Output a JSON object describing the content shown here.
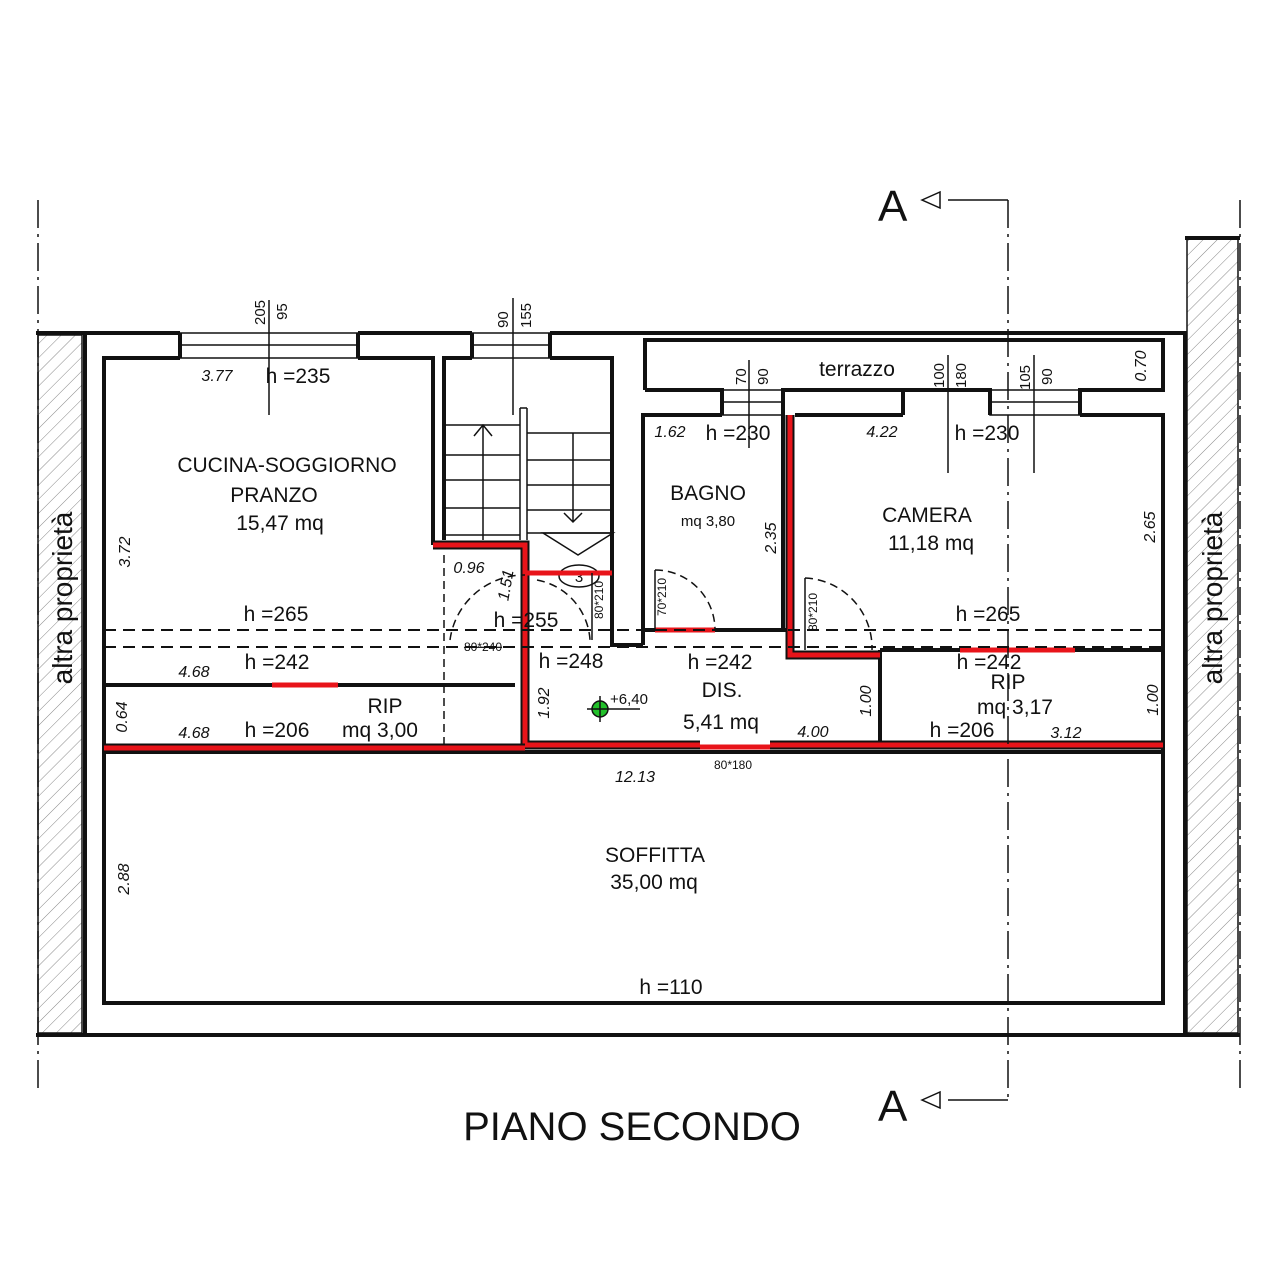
{
  "title": "PIANO SECONDO",
  "section_marker": "A",
  "neighbour_label": "altra proprietà",
  "wall_color_new": "#e8141a",
  "level_marker_color": "#22c02a",
  "rooms": {
    "cucina": {
      "name1": "CUCINA-SOGGIORNO",
      "name2": "PRANZO",
      "area": "15,47 mq"
    },
    "bagno": {
      "name": "BAGNO",
      "area": "mq 3,80"
    },
    "camera": {
      "name": "CAMERA",
      "area": "11,18 mq"
    },
    "dis": {
      "name": "DIS.",
      "area": "5,41 mq"
    },
    "rip1": {
      "name": "RIP",
      "area": "mq 3,00"
    },
    "rip2": {
      "name": "RIP",
      "area": "mq 3,17"
    },
    "soffitta": {
      "name": "SOFFITTA",
      "area": "35,00 mq"
    },
    "terrazzo": {
      "name": "terrazzo"
    }
  },
  "heights": {
    "cucina_top": "h =235",
    "cucina_mid": "h =265",
    "cucina_low": "h =242",
    "rip1": "h =206",
    "stair": "h =255",
    "dis_left": "h =248",
    "dis": "h =242",
    "bagno": "h =230",
    "camera_top": "h =230",
    "camera_mid": "h =265",
    "rip2_top": "h =242",
    "rip2": "h =206",
    "soffitta": "h =110"
  },
  "dimensions": {
    "cucina_w": "3.77",
    "cucina_h": "3.72",
    "rip1_w_top": "4.68",
    "rip1_w": "4.68",
    "rip1_h": "0.64",
    "stair_w": "0.96",
    "stair_h": "1.51",
    "dis_h": "1.92",
    "bagno_w": "1.62",
    "bagno_h": "2.35",
    "camera_w": "4.22",
    "camera_h": "2.65",
    "terrazzo_h": "0.70",
    "dis_right_h": "1.00",
    "rip2_h": "1.00",
    "dis_w": "4.00",
    "rip2_w": "3.12",
    "soffitta_w": "12.13",
    "soffitta_h": "2.88"
  },
  "windows": [
    {
      "a": "205",
      "b": "95"
    },
    {
      "a": "90",
      "b": "155"
    },
    {
      "a": "70",
      "b": "90"
    },
    {
      "a": "100",
      "b": "180"
    },
    {
      "a": "105",
      "b": "90"
    }
  ],
  "doors": {
    "stair_entry": "80*240",
    "stair_side": "80*210",
    "bagno": "70*210",
    "camera": "80*210",
    "soffitta": "80*180"
  },
  "level": "+6,40",
  "stair_number": "3"
}
